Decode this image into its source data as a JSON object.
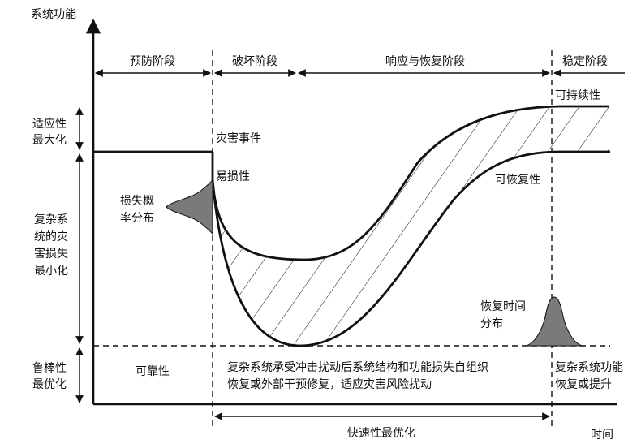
{
  "axes": {
    "y_label": "系统功能",
    "x_label": "时间"
  },
  "phases": {
    "prevention": "预防阶段",
    "destruction": "破坏阶段",
    "response_recovery": "响应与恢复阶段",
    "stable": "稳定阶段"
  },
  "left_labels": {
    "adaptability_l1": "适应性",
    "adaptability_l2": "最大化",
    "loss_l1": "复杂系",
    "loss_l2": "统的灾",
    "loss_l3": "害损失",
    "loss_l4": "最小化",
    "robustness_l1": "鲁棒性",
    "robustness_l2": "最优化"
  },
  "curve_labels": {
    "disaster_event": "灾害事件",
    "sustainability": "可持续性",
    "vulnerability": "易损性",
    "recoverability": "可恢复性"
  },
  "distributions": {
    "loss_prob_l1": "损失概",
    "loss_prob_l2": "率分布",
    "recovery_time_l1": "恢复时间",
    "recovery_time_l2": "分布"
  },
  "bottom": {
    "reliability": "可靠性",
    "middle_l1": "复杂系统承受冲击扰动后系统结构和功能损失自组织",
    "middle_l2": "恢复或外部干预修复，适应灾害风险扰动",
    "right_l1": "复杂系统功能",
    "right_l2": "恢复或提升",
    "rapidity": "快速性最优化"
  }
}
